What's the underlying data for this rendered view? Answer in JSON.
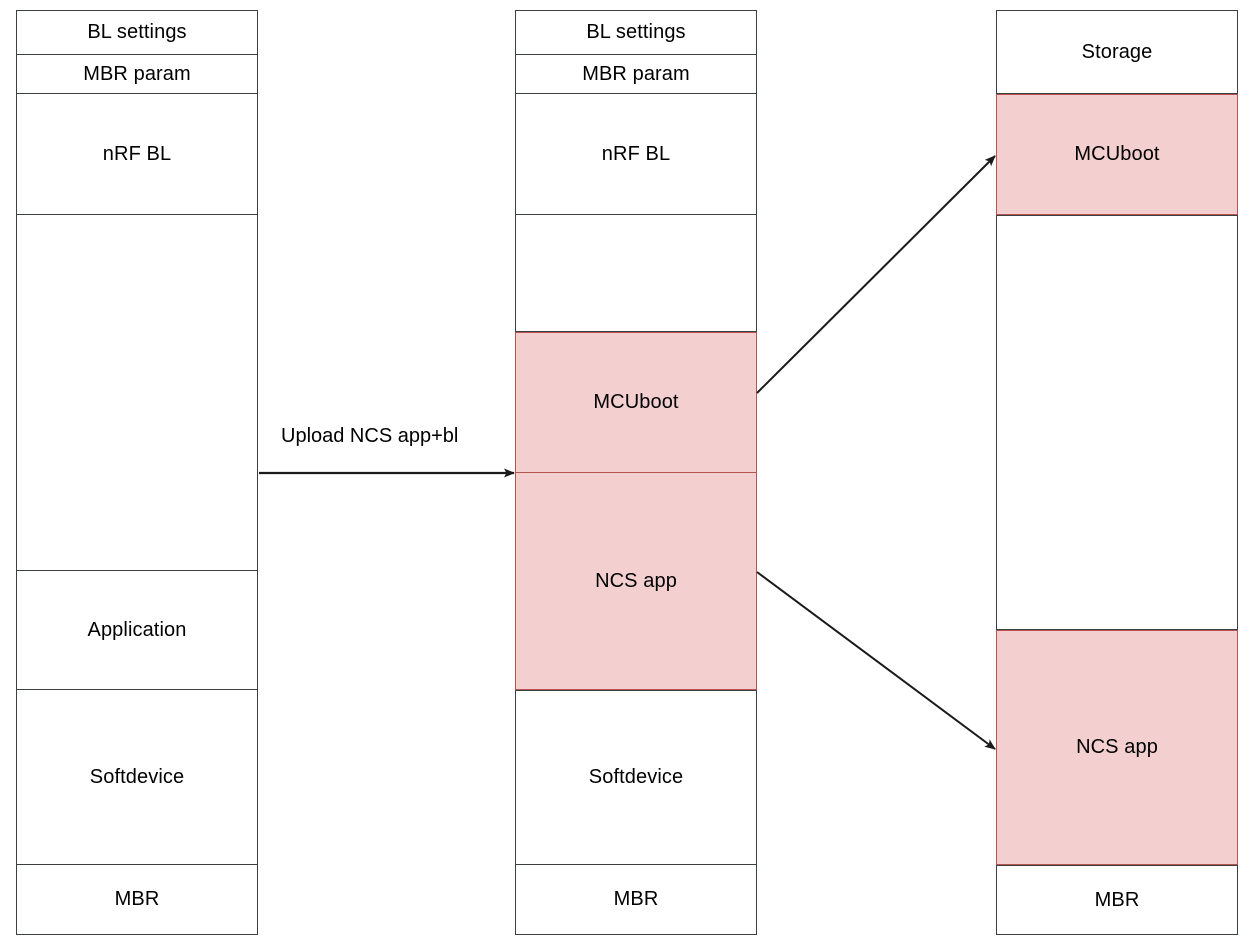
{
  "diagram": {
    "title": "nRF flash memory layout migration diagram",
    "colors": {
      "highlight_fill": "#f3cfcf",
      "highlight_border": "#b85450",
      "box_border": "#3c4043",
      "background": "#ffffff",
      "text": "#000000"
    },
    "columns": [
      {
        "name": "legacy-layout",
        "segments": [
          {
            "label": "BL settings",
            "highlighted": false
          },
          {
            "label": "MBR param",
            "highlighted": false
          },
          {
            "label": "nRF BL",
            "highlighted": false
          },
          {
            "label": "",
            "highlighted": false
          },
          {
            "label": "Application",
            "highlighted": false
          },
          {
            "label": "Softdevice",
            "highlighted": false
          },
          {
            "label": "MBR",
            "highlighted": false
          }
        ]
      },
      {
        "name": "intermediate-layout",
        "segments": [
          {
            "label": "BL settings",
            "highlighted": false
          },
          {
            "label": "MBR param",
            "highlighted": false
          },
          {
            "label": "nRF BL",
            "highlighted": false
          },
          {
            "label": "",
            "highlighted": false
          },
          {
            "label": "MCUboot",
            "highlighted": true
          },
          {
            "label": "NCS app",
            "highlighted": true
          },
          {
            "label": "Softdevice",
            "highlighted": false
          },
          {
            "label": "MBR",
            "highlighted": false
          }
        ]
      },
      {
        "name": "final-layout",
        "segments": [
          {
            "label": "Storage",
            "highlighted": false
          },
          {
            "label": "MCUboot",
            "highlighted": true
          },
          {
            "label": "",
            "highlighted": false
          },
          {
            "label": "NCS app",
            "highlighted": true
          },
          {
            "label": "MBR",
            "highlighted": false
          }
        ]
      }
    ],
    "arrows": [
      {
        "name": "upload-arrow",
        "label": "Upload NCS app+bl",
        "from": "legacy-layout",
        "to": "intermediate-layout"
      },
      {
        "name": "mcuboot-move-arrow",
        "label": "",
        "from": "intermediate-layout.MCUboot",
        "to": "final-layout.MCUboot"
      },
      {
        "name": "ncs-app-move-arrow",
        "label": "",
        "from": "intermediate-layout.NCS app",
        "to": "final-layout.NCS app"
      }
    ]
  }
}
